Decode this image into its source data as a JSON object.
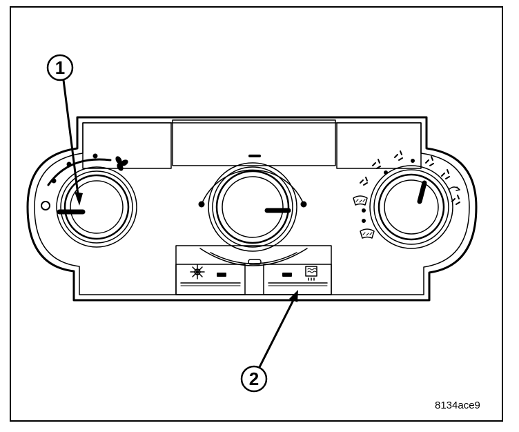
{
  "callouts": [
    {
      "label": "1"
    },
    {
      "label": "2"
    }
  ],
  "figure_id": "8134ace9",
  "colors": {
    "line": "#000000",
    "background": "#ffffff"
  },
  "icons": {
    "fan_off": "circle-off-icon",
    "fan_on": "fan-icon",
    "ac_button": "snowflake-icon",
    "rear_defrost": "rear-defrost-icon",
    "front_defrost": "front-defrost-icon"
  }
}
